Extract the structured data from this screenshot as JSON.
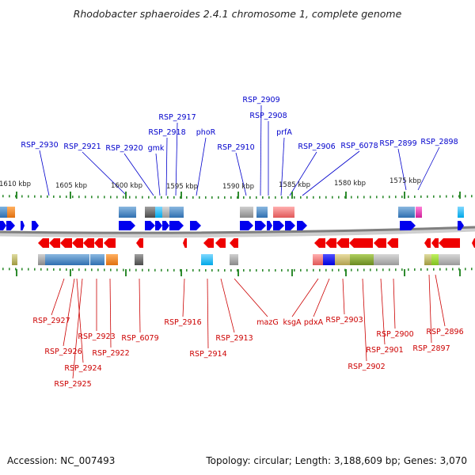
{
  "title": "Rhodobacter sphaeroides 2.4.1 chromosome 1, complete genome",
  "footer": {
    "accession": "Accession: NC_007493",
    "summary": "Topology: circular; Length: 3,188,609 bp; Genes: 3,070"
  },
  "scale_labels": [
    "1610 kbp",
    "1605 kbp",
    "1600 kbp",
    "1595 kbp",
    "1590 kbp",
    "1585 kbp",
    "1580 kbp",
    "1575 kbp"
  ],
  "colors": {
    "forward_label": "#0000cc",
    "reverse_label": "#cc0000",
    "forward_arrow": "#0000ee",
    "reverse_arrow": "#ee0000",
    "backbone": "#8a8a8a",
    "tick": "#2e8b2e"
  },
  "forward_genes": [
    "RSP_2930",
    "RSP_2921",
    "RSP_2920",
    "gmk",
    "RSP_2918",
    "RSP_2917",
    "phoR",
    "RSP_2910",
    "RSP_2909",
    "RSP_2908",
    "prfA",
    "RSP_2906",
    "RSP_6078",
    "RSP_2899",
    "RSP_2898"
  ],
  "reverse_genes": [
    "RSP_2927",
    "RSP_2926",
    "RSP_2925",
    "RSP_2924",
    "RSP_2923",
    "RSP_2922",
    "RSP_6079",
    "RSP_2916",
    "RSP_2914",
    "RSP_2913",
    "mazG",
    "ksgA",
    "pdxA",
    "RSP_2903",
    "RSP_2902",
    "RSP_2901",
    "RSP_2900",
    "RSP_2897",
    "RSP_2896"
  ]
}
